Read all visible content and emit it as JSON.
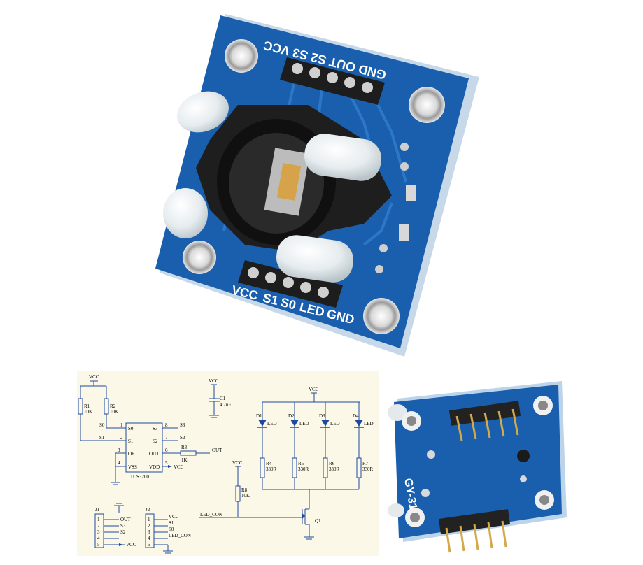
{
  "top_board": {
    "header_labels": [
      "GND",
      "OUT",
      "S2",
      "S3",
      "VCC"
    ],
    "bottom_labels": [
      "VCC",
      "S1",
      "S0",
      "LED",
      "GND"
    ]
  },
  "schematic": {
    "vcc": "VCC",
    "r1": "R1",
    "r1_val": "10K",
    "r2": "R2",
    "r2_val": "10K",
    "s0_net": "S0",
    "s1_net": "S1",
    "ic_pins_left": [
      "S0",
      "S1",
      "OE",
      "VSS"
    ],
    "ic_pins_right": [
      "S3",
      "S2",
      "OUT",
      "VDD"
    ],
    "ic_num_left": [
      "1",
      "2",
      "3",
      "4"
    ],
    "ic_num_right": [
      "8",
      "7",
      "6",
      "5"
    ],
    "ic_name": "TCS3200",
    "s3_net": "S3",
    "s2_net": "S2",
    "out_net": "OUT",
    "r3": "R3",
    "r3_val": "1K",
    "c1": "C1",
    "c1_val": "4.7uF",
    "leds": [
      {
        "ref": "D1",
        "type": "LED"
      },
      {
        "ref": "D2",
        "type": "LED"
      },
      {
        "ref": "D3",
        "type": "LED"
      },
      {
        "ref": "D4",
        "type": "LED"
      }
    ],
    "resistors": [
      {
        "ref": "R4",
        "val": "330R"
      },
      {
        "ref": "R5",
        "val": "330R"
      },
      {
        "ref": "R6",
        "val": "330R"
      },
      {
        "ref": "R7",
        "val": "330R"
      }
    ],
    "r8": "R8",
    "r8_val": "10K",
    "led_con": "LED_CON",
    "q1": "Q1",
    "j1": "J1",
    "j1_pins": [
      "1",
      "2",
      "3",
      "4",
      "5"
    ],
    "j1_nets": [
      "OUT",
      "S3",
      "S2",
      "VCC"
    ],
    "j2": "J2",
    "j2_pins": [
      "1",
      "2",
      "3",
      "4",
      "5"
    ],
    "j2_nets": [
      "VCC",
      "S1",
      "S0",
      "LED_CON"
    ]
  },
  "back_board": {
    "label": "GY-31"
  }
}
